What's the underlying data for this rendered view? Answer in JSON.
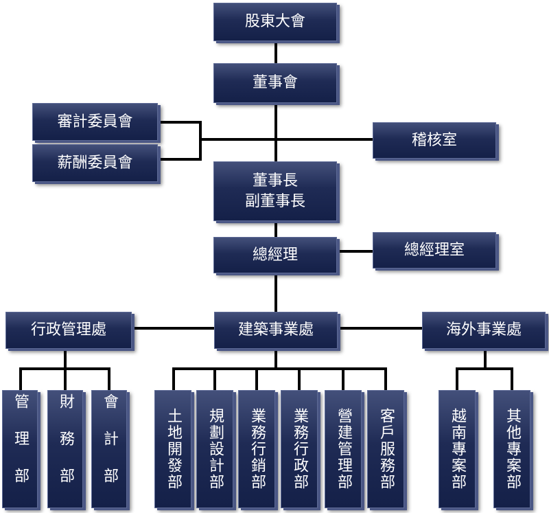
{
  "chart": {
    "shareholders": "股東大會",
    "board": "董事會",
    "audit_committee": "審計委員會",
    "compensation_committee": "薪酬委員會",
    "audit_office": "稽核室",
    "chairman_line1": "董事長",
    "chairman_line2": "副董事長",
    "general_manager": "總經理",
    "gm_office": "總經理室",
    "admin_division": "行政管理處",
    "construction_division": "建築事業處",
    "overseas_division": "海外事業處",
    "admin_departments": [
      "管理部",
      "財務部",
      "會計部"
    ],
    "construction_departments": [
      "土地開發部",
      "規劃設計部",
      "業務行銷部",
      "業務行政部",
      "營建管理部",
      "客戶服務部"
    ],
    "overseas_departments": [
      "越南專案部",
      "其他專案部"
    ]
  }
}
